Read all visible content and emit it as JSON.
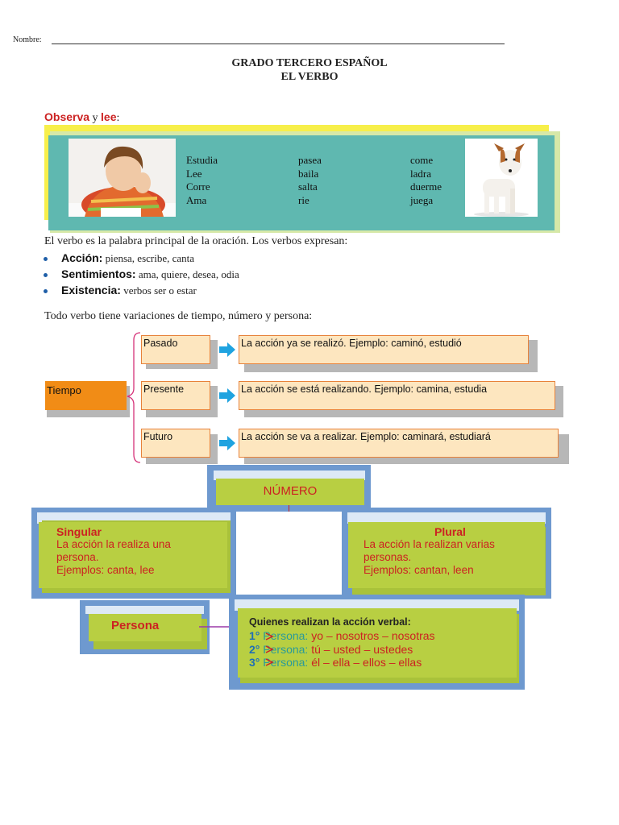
{
  "header": {
    "nombre_label": "Nombre:"
  },
  "title": {
    "line1": "GRADO TERCERO ESPAÑOL",
    "line2": "EL VERBO"
  },
  "instruction": {
    "observa": "Observa",
    "y": " y ",
    "lee": "lee",
    "colon": ":"
  },
  "verbs": {
    "col1": [
      "Estudia",
      "Lee",
      "Corre",
      "Ama"
    ],
    "col2": [
      "pasea",
      "baila",
      "salta",
      "rie"
    ],
    "col3": [
      "come",
      "ladra",
      "duerme",
      "juega"
    ]
  },
  "intro_text": "El verbo es la palabra principal de la oración. Los verbos expresan:",
  "bullets": [
    {
      "term": "Acción:",
      "desc": " piensa, escribe, canta"
    },
    {
      "term": "Sentimientos:",
      "desc": " ama, quiere, desea, odia"
    },
    {
      "term": "Existencia:",
      "desc": " verbos ser o estar"
    }
  ],
  "variations_text": "Todo verbo tiene variaciones de tiempo, número y persona:",
  "tiempo": {
    "label": "Tiempo",
    "rows": [
      {
        "name": "Pasado",
        "desc": "La acción ya se realizó. Ejemplo: caminó, estudió"
      },
      {
        "name": "Presente",
        "desc": "La acción se está realizando. Ejemplo: camina, estudia"
      },
      {
        "name": "Futuro",
        "desc": "La acción se va a realizar. Ejemplo: caminará, estudiará"
      }
    ]
  },
  "numero": {
    "title": "NÚMERO",
    "singular": {
      "title": "Singular",
      "line1": "La acción la realiza una",
      "line2": "persona.",
      "line3": "Ejemplos: canta, lee"
    },
    "plural": {
      "title": "Plural",
      "line1": "La acción la realizan varias",
      "line2": "personas.",
      "line3": "Ejemplos: cantan, leen"
    }
  },
  "persona": {
    "title": "Persona",
    "heading": "Quienes realizan la acción verbal:",
    "rows": [
      {
        "num": "1°",
        "label": "Persona:",
        "text": " yo – nosotros – nosotras"
      },
      {
        "num": "2°",
        "label": "Persona:",
        "text": " tú – usted – ustedes"
      },
      {
        "num": "3°",
        "label": "Persona:",
        "text": " él – ella – ellos – ellas"
      }
    ]
  },
  "colors": {
    "red": "#cc2222",
    "orange": "#f18c16",
    "peach": "#fde6bf",
    "teal": "#5fb8b0",
    "yellow": "#f7ef4a",
    "blue": "#6e99cf",
    "green": "#b8cf42"
  }
}
